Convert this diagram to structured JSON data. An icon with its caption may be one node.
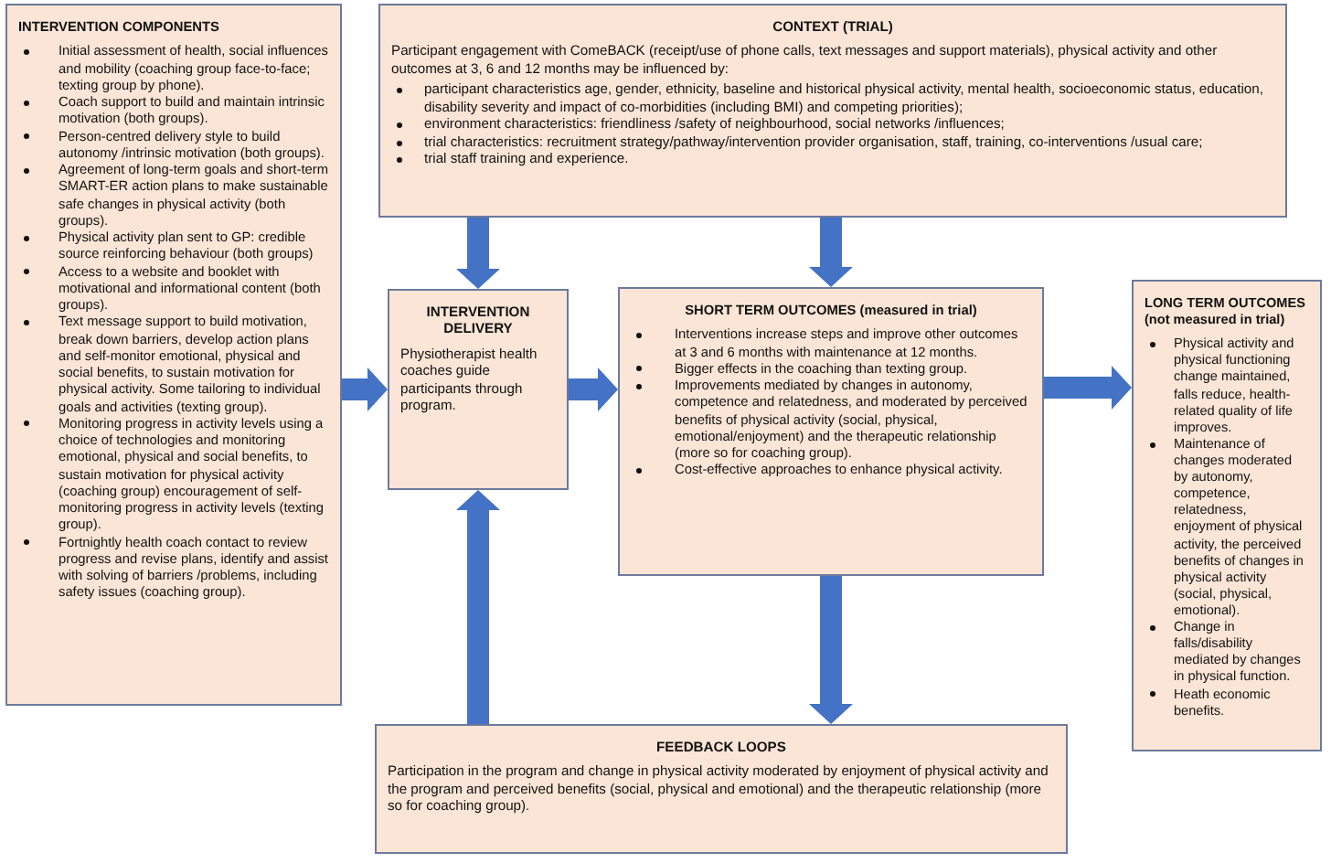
{
  "diagram": {
    "nodes": [
      {
        "text": [
          "INTERVENTION COMPONENTS",
          "Initial assessment of health, social influences and mobility (coaching group face-to-face; texting group by phone).",
          "Coach support to build and maintain intrinsic motivation (both groups).",
          "Person-centred delivery style to build autonomy /intrinsic motivation (both groups).",
          "Agreement of long-term goals and short-term SMART-ER action plans to make sustainable safe changes in physical activity (both groups).",
          "Physical activity plan sent to GP: credible source reinforcing behaviour (both groups)",
          "Access to a website and booklet with motivational and informational content (both groups).",
          "Text message support to build motivation, break down barriers, develop action plans and self-monitor emotional, physical and social benefits, to sustain motivation for physical activity. Some tailoring to individual goals and activities (texting group).",
          "Monitoring progress in activity levels using a choice of technologies and monitoring emotional, physical and social benefits, to sustain motivation for physical activity (coaching group) encouragement of self-monitoring progress in activity levels (texting group).",
          "Fortnightly health coach contact to review progress and revise plans, identify and assist with solving of barriers /problems, including safety issues (coaching group)."
        ]
      },
      {
        "text": [
          "CONTEXT (TRIAL)",
          "Participant engagement with ComeBACK (receipt/use of phone calls, text messages and support materials), physical activity and other outcomes at 3, 6 and 12 months may be influenced by:",
          "participant characteristics age, gender, ethnicity, baseline and historical physical activity, mental health, socioeconomic status, education, disability severity and impact of co-morbidities (including BMI) and competing priorities);",
          "environment characteristics: friendliness /safety of neighbourhood, social networks /influences;",
          "trial characteristics: recruitment strategy/pathway/intervention provider organisation, staff, training, co-interventions /usual care;",
          "trial staff training and experience."
        ]
      },
      {
        "text": [
          "INTERVENTION DELIVERY",
          "Physiotherapist health coaches guide participants through program."
        ]
      },
      {
        "text": [
          "SHORT TERM OUTCOMES (measured in trial)",
          "Interventions increase steps and improve other outcomes at 3 and 6 months with maintenance at 12 months.",
          "Bigger effects in the coaching than texting group.",
          "Improvements mediated by changes in autonomy, competence and relatedness, and moderated by perceived benefits of physical activity (social, physical, emotional/enjoyment) and the therapeutic relationship (more so for coaching group).",
          "Cost-effective approaches to enhance physical activity."
        ]
      },
      {
        "text": [
          "LONG TERM OUTCOMES (not measured in trial)",
          "Physical activity and physical functioning change maintained, falls reduce, health-related quality of life improves.",
          "Maintenance of changes moderated by autonomy, competence, relatedness, enjoyment of physical activity, the perceived benefits of changes in physical activity (social, physical, emotional).",
          "Change in falls/disability mediated by changes in physical function.",
          "Heath economic benefits."
        ]
      },
      {
        "text": [
          "FEEDBACK LOOPS",
          "Participation in the program and change in physical activity moderated by enjoyment of physical activity and the program and perceived benefits (social, physical and emotional) and the therapeutic relationship (more so for coaching group)."
        ]
      }
    ],
    "edges": [
      {
        "from": 0,
        "to": 2,
        "arrow": "to"
      },
      {
        "from": 1,
        "to": 2,
        "arrow": "to"
      },
      {
        "from": 1,
        "to": 3,
        "arrow": "to"
      },
      {
        "from": 2,
        "to": 3,
        "arrow": "to"
      },
      {
        "from": 3,
        "to": 4,
        "arrow": "to"
      },
      {
        "from": 3,
        "to": 5,
        "arrow": "to"
      },
      {
        "from": 5,
        "to": 2,
        "arrow": "to"
      }
    ]
  }
}
